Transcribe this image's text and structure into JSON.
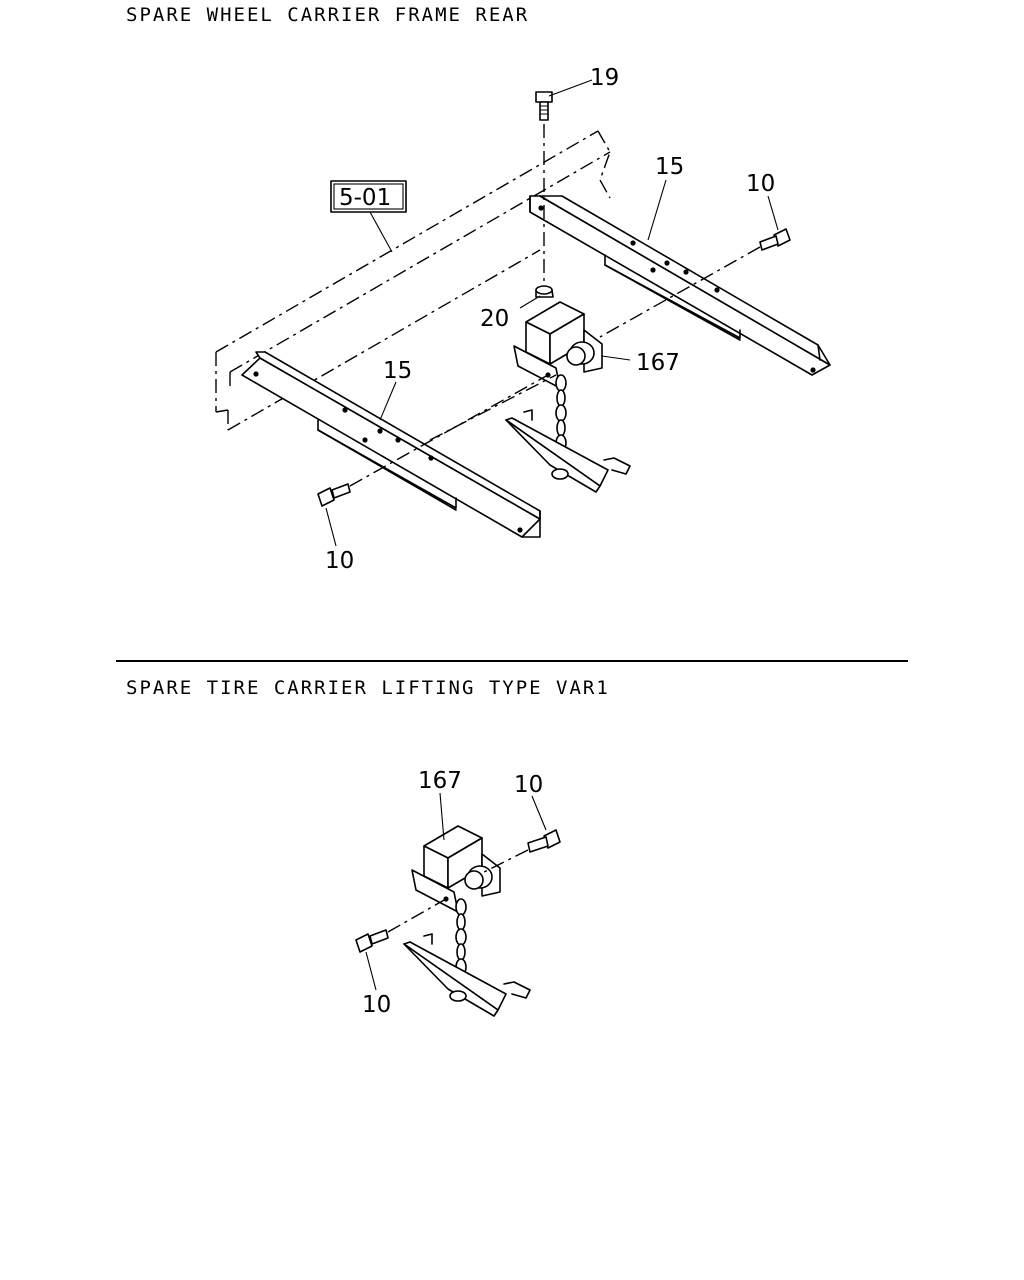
{
  "sections": [
    {
      "title": "SPARE WHEEL CARRIER FRAME REAR",
      "reference_box": "5-01",
      "callouts": [
        "19",
        "15",
        "10",
        "20",
        "167",
        "15",
        "10"
      ]
    },
    {
      "title": "SPARE TIRE CARRIER LIFTING TYPE VAR1",
      "callouts": [
        "167",
        "10",
        "10"
      ]
    }
  ]
}
